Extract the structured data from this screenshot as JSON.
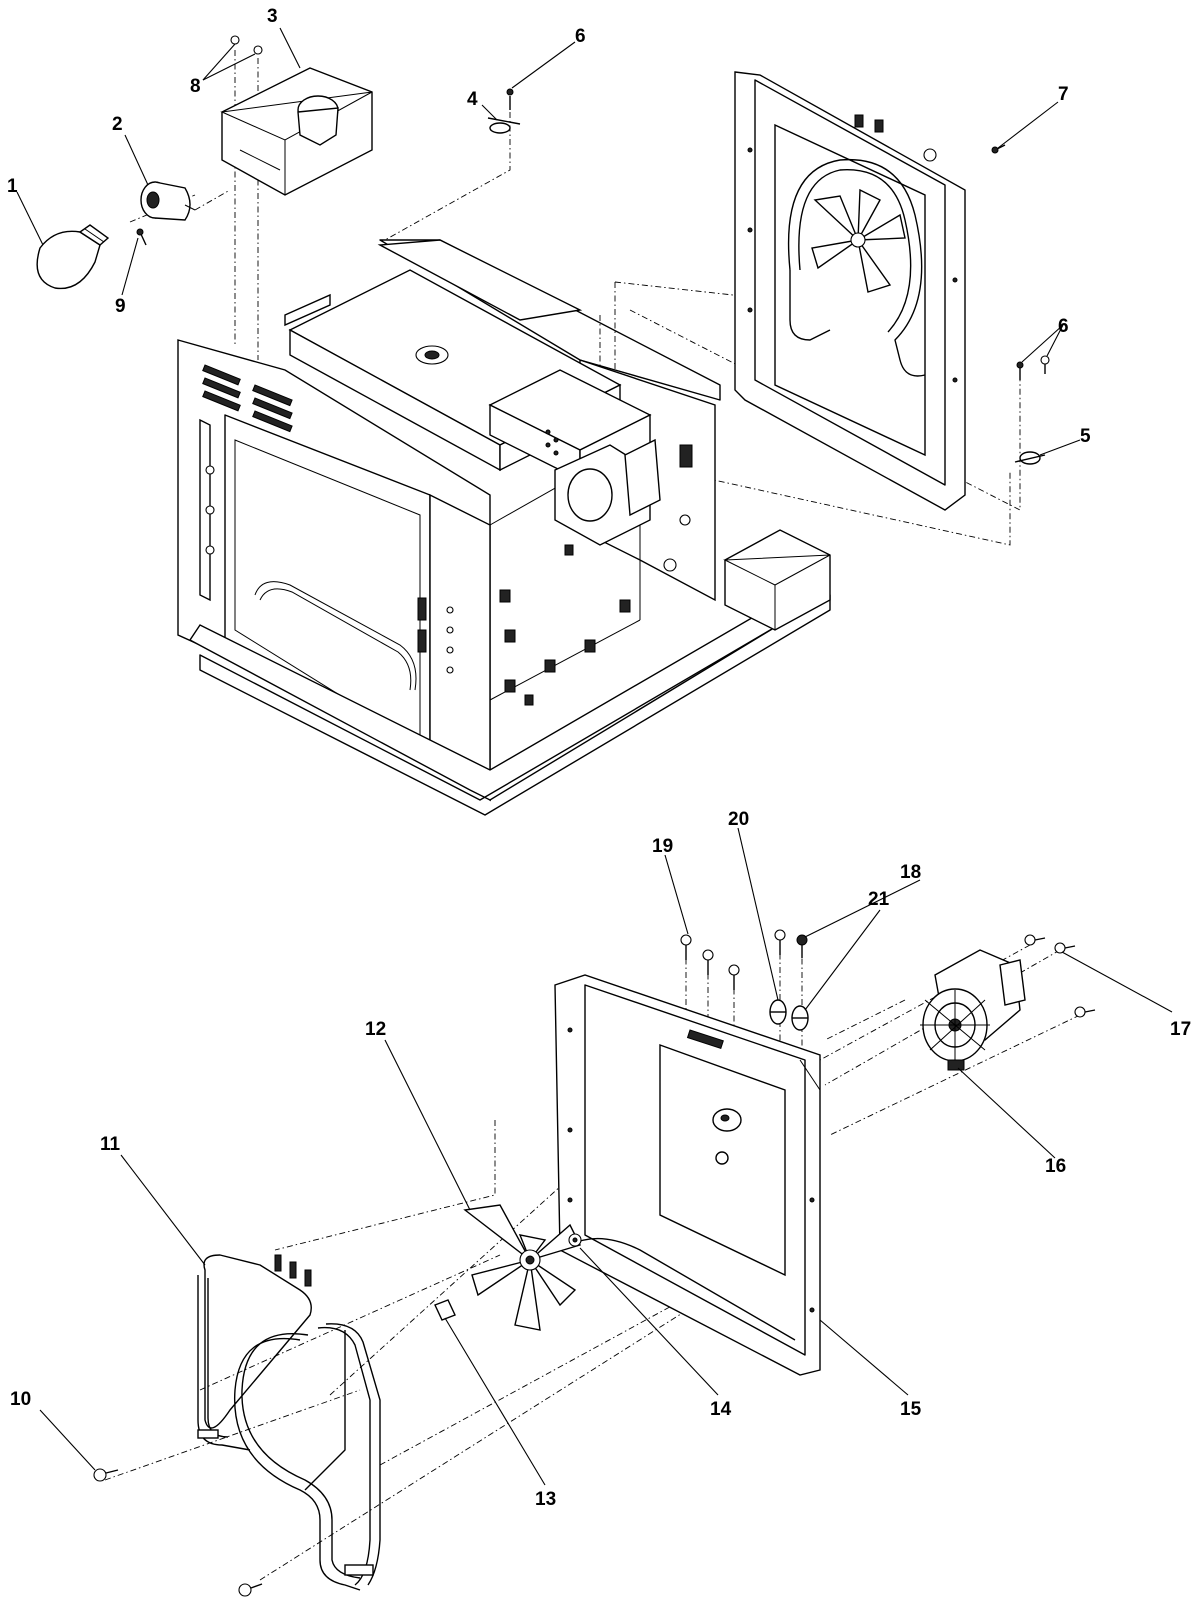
{
  "callouts": [
    {
      "id": "1",
      "label": "1"
    },
    {
      "id": "2",
      "label": "2"
    },
    {
      "id": "3",
      "label": "3"
    },
    {
      "id": "4",
      "label": "4"
    },
    {
      "id": "5",
      "label": "5"
    },
    {
      "id": "6a",
      "label": "6"
    },
    {
      "id": "6b",
      "label": "6"
    },
    {
      "id": "7",
      "label": "7"
    },
    {
      "id": "8",
      "label": "8"
    },
    {
      "id": "9",
      "label": "9"
    },
    {
      "id": "10",
      "label": "10"
    },
    {
      "id": "11",
      "label": "11"
    },
    {
      "id": "12",
      "label": "12"
    },
    {
      "id": "13",
      "label": "13"
    },
    {
      "id": "14",
      "label": "14"
    },
    {
      "id": "15",
      "label": "15"
    },
    {
      "id": "16",
      "label": "16"
    },
    {
      "id": "17",
      "label": "17"
    },
    {
      "id": "18",
      "label": "18"
    },
    {
      "id": "19",
      "label": "19"
    },
    {
      "id": "20",
      "label": "20"
    },
    {
      "id": "21",
      "label": "21"
    }
  ]
}
